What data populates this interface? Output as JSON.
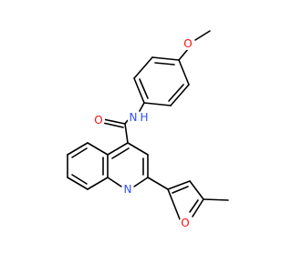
{
  "molecule": {
    "atoms": {
      "methoxy_oxygen": "O",
      "carbonyl_oxygen": "O",
      "amide_nitrogen": "N",
      "amide_hydrogen": "H",
      "quinoline_nitrogen": "N",
      "furan_oxygen": "O"
    },
    "colors": {
      "bond": "#000000",
      "oxygen": "#ff0d0d",
      "nitrogen": "#3050f8"
    }
  }
}
